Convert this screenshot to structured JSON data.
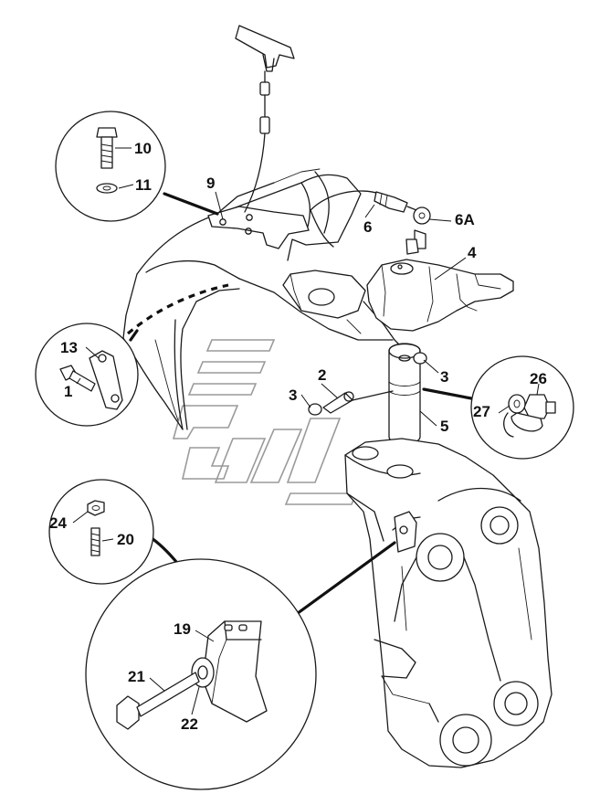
{
  "callouts": {
    "c1": "1",
    "c2": "2",
    "c3a": "3",
    "c3b": "3",
    "c4": "4",
    "c5": "5",
    "c6": "6",
    "c6a": "6A",
    "c9": "9",
    "c10": "10",
    "c11": "11",
    "c13": "13",
    "c19": "19",
    "c20": "20",
    "c21": "21",
    "c22": "22",
    "c24": "24",
    "c26": "26",
    "c27": "27"
  },
  "colors": {
    "line": "#1a1a1a",
    "background": "#ffffff",
    "watermark": "#9a9a9a"
  }
}
